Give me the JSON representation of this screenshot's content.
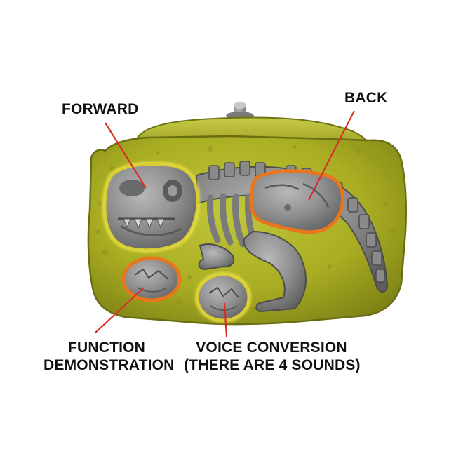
{
  "labels": {
    "forward": "FORWARD",
    "back": "BACK",
    "function_line1": "FUNCTION",
    "function_line2": "DEMONSTRATION",
    "voice_line1": "VOICE CONVERSION",
    "voice_line2": "(THERE ARE 4 SOUNDS)"
  },
  "colors": {
    "body": "#a9ad22",
    "body_dark": "#767a14",
    "bone": "#8f8f8f",
    "bone_dark": "#5a5a5a",
    "highlight_yellow": "#f3e64a",
    "highlight_orange": "#e8761e",
    "pointer_line": "#d6302a"
  },
  "parts": {
    "forward_button": "skull-button",
    "back_button": "ribcage-button",
    "function_button": "egg-button",
    "voice_button": "egg-button"
  }
}
